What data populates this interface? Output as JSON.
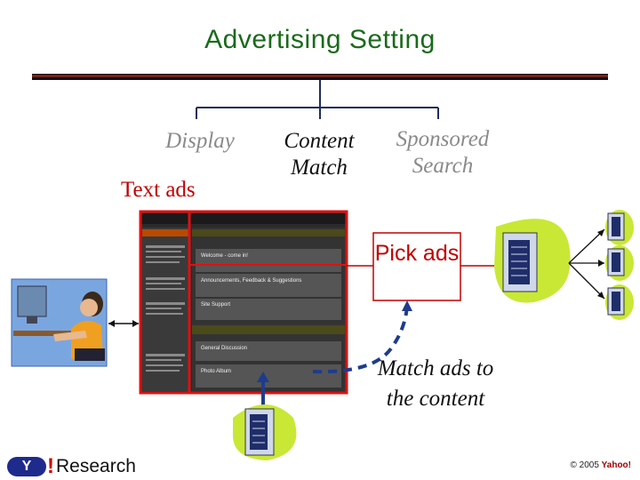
{
  "title": "Advertising Setting",
  "branches": {
    "display": "Display",
    "content_match": "Content Match",
    "sponsored_search": "Sponsored Search"
  },
  "text_ads": "Text ads",
  "pick_ads": "Pick ads",
  "match_ads": "Match ads to the content",
  "footer": {
    "logo": "Y",
    "exclaim": "!",
    "research": "Research",
    "copyright_prefix": "© 2005 ",
    "copyright_brand": "Yahoo!"
  },
  "screenshot_forum": {
    "rows": [
      "Welcome - come in!",
      "Announcements, Feedback & Suggestions",
      "Site Support",
      "General Discussion",
      "Photo Album"
    ]
  },
  "colors": {
    "title": "#1a6b1a",
    "accent_red": "#c00000",
    "tree_line": "#1f2e5a",
    "server_green": "#c8e835",
    "dashed_connector": "#1f3c8c"
  }
}
